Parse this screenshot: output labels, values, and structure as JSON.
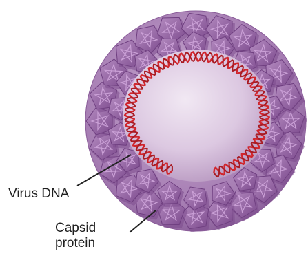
{
  "labels": {
    "virus_dna": "Virus DNA",
    "capsid_line1": "Capsid",
    "capsid_line2": "protein"
  },
  "colors": {
    "capsid_fill": "#9a6aa8",
    "capsid_dark": "#7b4a8c",
    "capsid_light": "#c9a9d2",
    "interior": "#e2d3e6",
    "dna": "#d0262d",
    "leader": "#222222"
  },
  "icons": {
    "capsomer": "pentagon-star-icon"
  }
}
